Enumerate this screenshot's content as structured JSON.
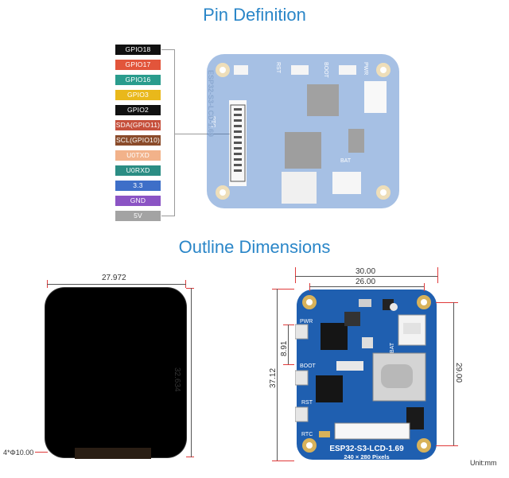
{
  "headings": {
    "pin_definition": "Pin Definition",
    "outline_dimensions": "Outline Dimensions"
  },
  "pins": [
    {
      "label": "GPIO18",
      "color": "#111111"
    },
    {
      "label": "GPIO17",
      "color": "#e2553b"
    },
    {
      "label": "GPIO16",
      "color": "#2a9c8d"
    },
    {
      "label": "GPIO3",
      "color": "#e9b81b"
    },
    {
      "label": "GPIO2",
      "color": "#111111"
    },
    {
      "label": "SDA(GPIO11)",
      "color": "#c6503c"
    },
    {
      "label": "SCL(GPIO10)",
      "color": "#8a4b2a"
    },
    {
      "label": "U0TXD",
      "color": "#f2b28a"
    },
    {
      "label": "U0RXD",
      "color": "#2b8d84"
    },
    {
      "label": "3.3",
      "color": "#3e6fc8"
    },
    {
      "label": "GND",
      "color": "#8b54c4"
    },
    {
      "label": "5V",
      "color": "#a3a3a3"
    }
  ],
  "board": {
    "model": "ESP32-S3-LCD-1.69",
    "resolution": "240 × 280 Pixels",
    "buttons": {
      "rtc": "RTC",
      "rst": "RST",
      "boot": "BOOT",
      "pwr": "PWR"
    },
    "bat": "BAT"
  },
  "dimensions": {
    "lcd_width": "27.972",
    "lcd_height": "32.634",
    "corner": "4*Φ10.00",
    "board_width": "30.00",
    "hole_spacing": "26.00",
    "board_height": "37.12",
    "board_inner_height": "29.00",
    "button_offset": "8.91",
    "unit": "Unit:mm"
  },
  "colors": {
    "heading": "#2a86c8",
    "pcb_blue": "#1f5fb0",
    "dim_red": "#e03a3a",
    "gold": "#d8b25a"
  }
}
